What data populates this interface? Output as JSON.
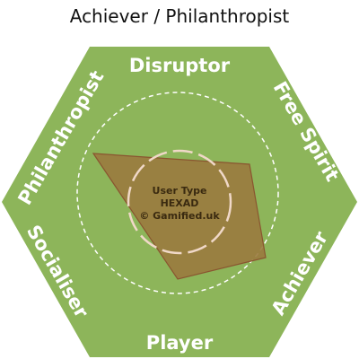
{
  "title": "Achiever / Philanthropist",
  "hexad": {
    "segments": {
      "top": "Disruptor",
      "upper_right": "Free Spirit",
      "lower_right": "Achiever",
      "bottom": "Player",
      "lower_left": "Socialiser",
      "upper_left": "Philanthropist"
    },
    "center_lines": [
      "User Type",
      "HEXAD",
      "© Gamified.uk"
    ]
  },
  "colors": {
    "hexagon_fill": "#8db55a",
    "profile_fill": "#9a7a3e",
    "profile_stroke": "#8a5530",
    "dashed_circle": "#ffffff",
    "inner_circle": "#f0d8c8",
    "label": "#ffffff",
    "title": "#111111"
  }
}
